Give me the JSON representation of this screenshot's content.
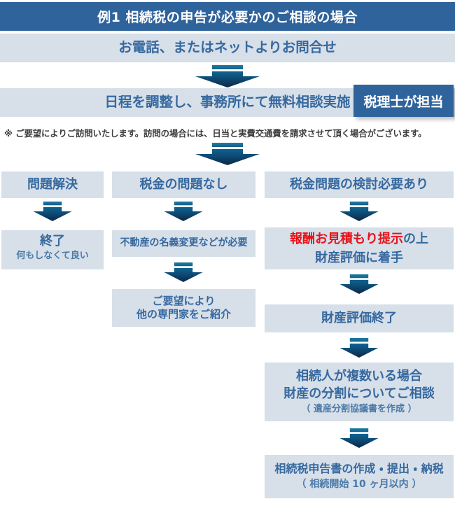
{
  "header": {
    "title": "例1  相続税の申告が必要かのご相談の場合"
  },
  "badge": {
    "label": "税理士が担当"
  },
  "steps": {
    "contact": "お電話、またはネットよりお問合せ",
    "schedule": "日程を調整し、事務所にて無料相談実施",
    "note": "※ ご要望によりご訪問いたします。訪問の場合には、日当と実費交通費を請求させて頂く場合がございます。"
  },
  "columns": {
    "left": {
      "head": "問題解決",
      "result_main": "終了",
      "result_sub": "何もしなくて良い"
    },
    "middle": {
      "head": "税金の問題なし",
      "action": "不動産の名義変更などが必要",
      "referral_line1": "ご要望により",
      "referral_line2": "他の専門家をご紹介"
    },
    "right": {
      "head": "税金問題の検討必要あり",
      "estimate_red": "報酬お見積もり提示",
      "estimate_rest": "の上",
      "estimate_line2": "財産評価に着手",
      "valuation_done": "財産評価終了",
      "division_line1": "相続人が複数いる場合",
      "division_line2": "財産の分割についてご相談",
      "division_line3": "（ 遺産分割協議書を作成 ）",
      "filing_line1": "相続税申告書の作成 ・ 提出 ・ 納税",
      "filing_line2": "（ 相続開始 10 ヶ月以内 ）"
    }
  },
  "colors": {
    "header_bg": "#2f639c",
    "box_bg": "#d7dfe9",
    "heading_text": "#36699f",
    "accent_red": "#e8121a",
    "arrow_top": "#1b6f9c",
    "arrow_body_light": "#0e5f8d",
    "arrow_body_dark": "#0c2a47"
  },
  "icons": {
    "arrow": "down-arrow-icon"
  }
}
